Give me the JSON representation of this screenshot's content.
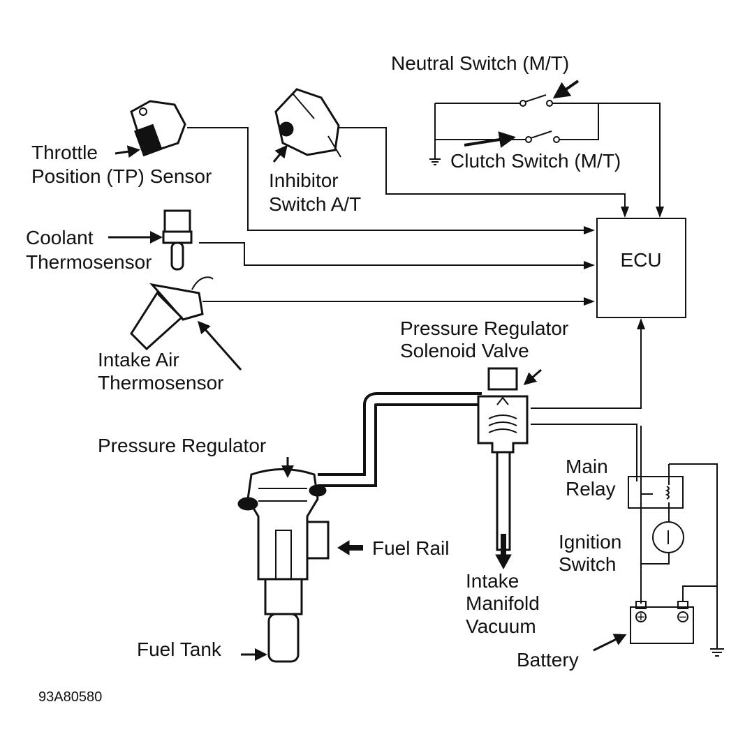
{
  "labels": {
    "neutral_switch": "Neutral Switch (M/T)",
    "clutch_switch": "Clutch Switch (M/T)",
    "throttle_1": "Throttle",
    "throttle_2": "Position (TP) Sensor",
    "inhibitor_1": "Inhibitor",
    "inhibitor_2": "Switch A/T",
    "coolant_1": "Coolant",
    "coolant_2": "Thermosensor",
    "ecu": "ECU",
    "intake_air_1": "Intake Air",
    "intake_air_2": "Thermosensor",
    "pr_solenoid_1": "Pressure Regulator",
    "pr_solenoid_2": "Solenoid Valve",
    "pressure_regulator": "Pressure Regulator",
    "fuel_rail": "Fuel Rail",
    "main_relay_1": "Main",
    "main_relay_2": "Relay",
    "ignition_1": "Ignition",
    "ignition_2": "Switch",
    "manifold_1": "Intake",
    "manifold_2": "Manifold",
    "manifold_3": "Vacuum",
    "fuel_tank": "Fuel Tank",
    "battery": "Battery",
    "figure_code": "93A80580",
    "battery_plus": "+",
    "battery_minus": "−"
  }
}
